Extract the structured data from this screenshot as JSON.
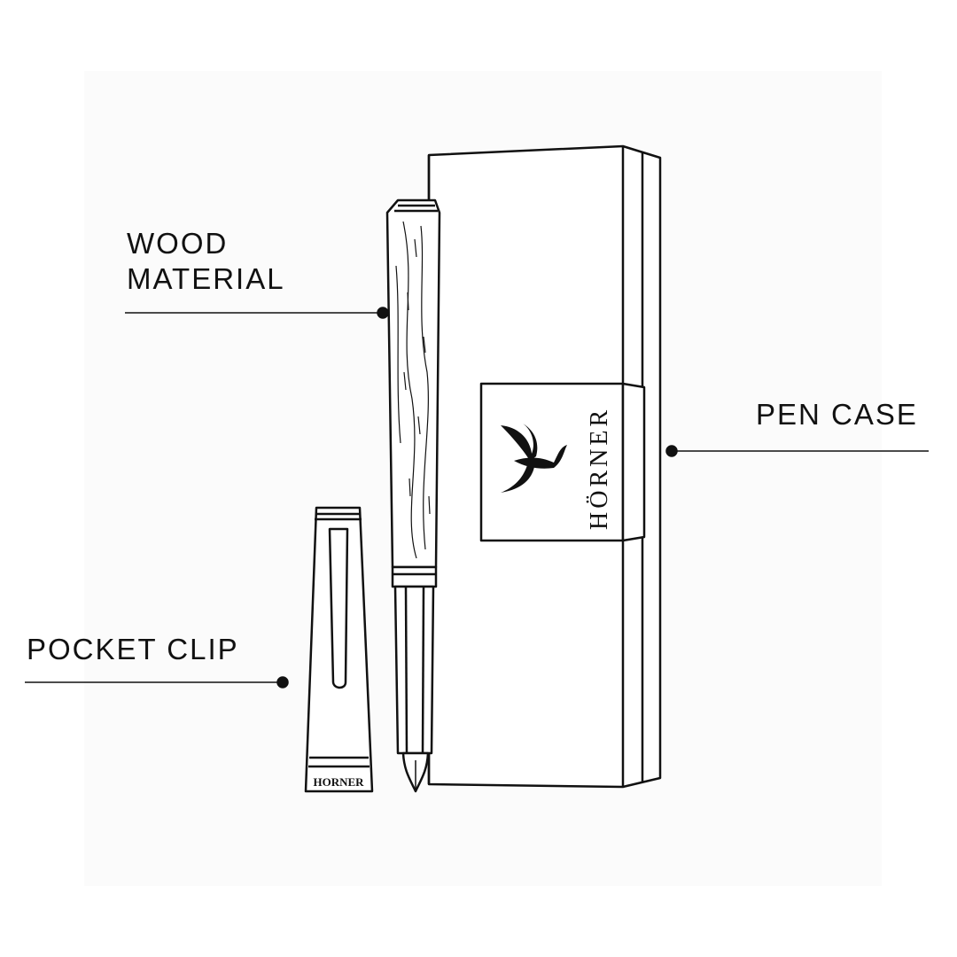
{
  "callouts": {
    "wood_line1": "WOOD",
    "wood_line2": "MATERIAL",
    "pen_case": "PEN CASE",
    "pocket_clip": "POCKET CLIP"
  },
  "brand": {
    "case_logo_text": "HÖRNER",
    "cap_text": "HORNER"
  },
  "colors": {
    "ink": "#111111",
    "background": "#ffffff"
  }
}
